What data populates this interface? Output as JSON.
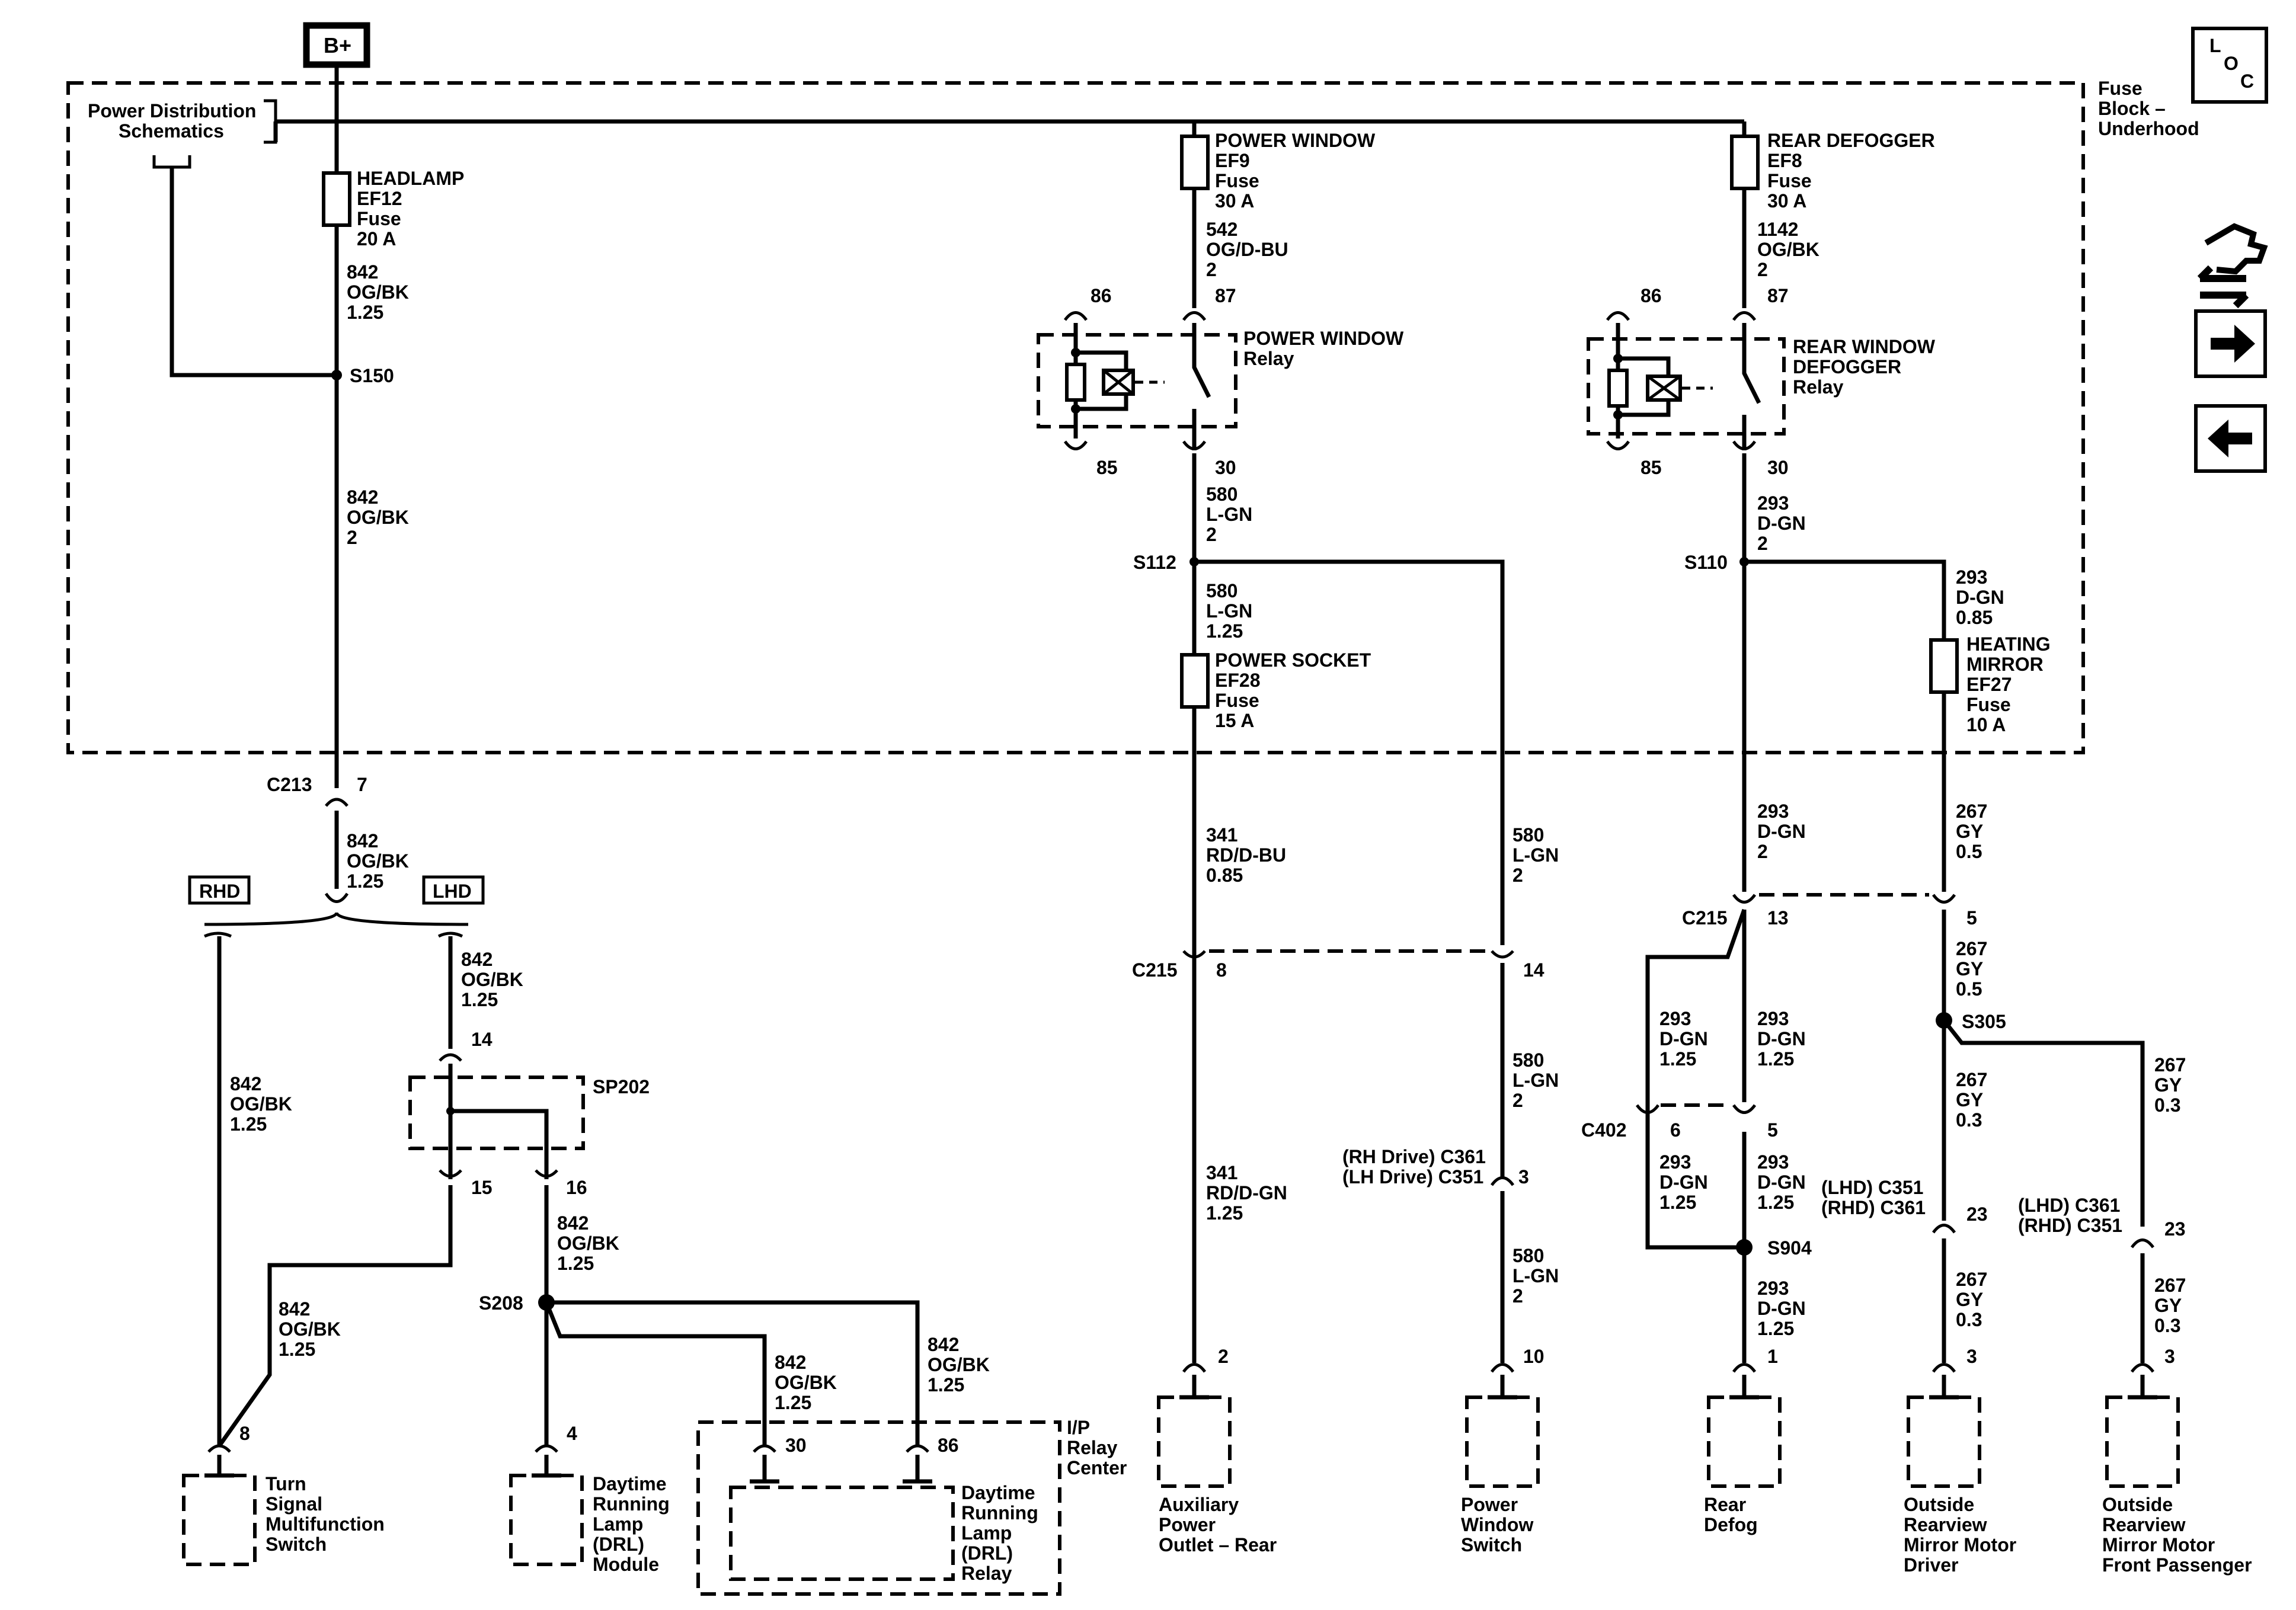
{
  "source": {
    "label": "B+"
  },
  "fuse_block": {
    "label": [
      "Fuse",
      "Block –",
      "Underhood"
    ]
  },
  "power_distribution": [
    "Power Distribution",
    "Schematics"
  ],
  "nav": {
    "loc_letters": [
      "L",
      "O",
      "C"
    ]
  },
  "fuses": {
    "ef12": [
      "HEADLAMP",
      "EF12",
      "Fuse",
      "20 A"
    ],
    "ef9": [
      "POWER WINDOW",
      "EF9",
      "Fuse",
      "30 A"
    ],
    "ef8": [
      "REAR DEFOGGER",
      "EF8",
      "Fuse",
      "30 A"
    ],
    "ef28": [
      "POWER SOCKET",
      "EF28",
      "Fuse",
      "15 A"
    ],
    "ef27": [
      "HEATING",
      "MIRROR",
      "EF27",
      "Fuse",
      "10 A"
    ]
  },
  "relays": {
    "power_window": {
      "label": [
        "POWER WINDOW",
        "Relay"
      ],
      "pin86": "86",
      "pin87": "87",
      "pin85": "85",
      "pin30": "30"
    },
    "rear_defogger": {
      "label": [
        "REAR WINDOW",
        "DEFOGGER",
        "Relay"
      ],
      "pin86": "86",
      "pin87": "87",
      "pin85": "85",
      "pin30": "30"
    },
    "drl": {
      "label": [
        "Daytime",
        "Running",
        "Lamp",
        "(DRL)",
        "Relay"
      ],
      "pin30": "30",
      "pin86": "86"
    }
  },
  "ip_relay_center": [
    "I/P",
    "Relay",
    "Center"
  ],
  "wires": {
    "w842_125_top": [
      "842",
      "OG/BK",
      "1.25"
    ],
    "w842_2": [
      "842",
      "OG/BK",
      "2"
    ],
    "w842_125_c213": [
      "842",
      "OG/BK",
      "1.25"
    ],
    "w842_125_lhd": [
      "842",
      "OG/BK",
      "1.25"
    ],
    "w842_125_rhd": [
      "842",
      "OG/BK",
      "1.25"
    ],
    "w842_125_turn": [
      "842",
      "OG/BK",
      "1.25"
    ],
    "w842_125_sp16": [
      "842",
      "OG/BK",
      "1.25"
    ],
    "w842_125_drl30": [
      "842",
      "OG/BK",
      "1.25"
    ],
    "w842_125_drl86": [
      "842",
      "OG/BK",
      "1.25"
    ],
    "w542": [
      "542",
      "OG/D-BU",
      "2"
    ],
    "w580_2": [
      "580",
      "L-GN",
      "2"
    ],
    "w580_125": [
      "580",
      "L-GN",
      "1.25"
    ],
    "w341_085": [
      "341",
      "RD/D-BU",
      "0.85"
    ],
    "w341_125": [
      "341",
      "RD/D-GN",
      "1.25"
    ],
    "w580_pw1": [
      "580",
      "L-GN",
      "2"
    ],
    "w580_pw2": [
      "580",
      "L-GN",
      "2"
    ],
    "w580_pw3": [
      "580",
      "L-GN",
      "2"
    ],
    "w1142": [
      "1142",
      "OG/BK",
      "2"
    ],
    "w293_2": [
      "293",
      "D-GN",
      "2"
    ],
    "w293_085": [
      "293",
      "D-GN",
      "0.85"
    ],
    "w293_2b": [
      "293",
      "D-GN",
      "2"
    ],
    "w293_c402": [
      "293",
      "D-GN",
      "1.25"
    ],
    "w293_c215": [
      "293",
      "D-GN",
      "1.25"
    ],
    "w293_c402b": [
      "293",
      "D-GN",
      "1.25"
    ],
    "w293_c215b": [
      "293",
      "D-GN",
      "1.25"
    ],
    "w293_defog": [
      "293",
      "D-GN",
      "1.25"
    ],
    "w267_05a": [
      "267",
      "GY",
      "0.5"
    ],
    "w267_05b": [
      "267",
      "GY",
      "0.5"
    ],
    "w267_03a": [
      "267",
      "GY",
      "0.3"
    ],
    "w267_03b": [
      "267",
      "GY",
      "0.3"
    ],
    "w267_03c": [
      "267",
      "GY",
      "0.3"
    ],
    "w267_03d": [
      "267",
      "GY",
      "0.3"
    ]
  },
  "splices": {
    "s150": "S150",
    "s112": "S112",
    "s110": "S110",
    "s305": "S305",
    "s904": "S904",
    "s208": "S208",
    "sp202": "SP202"
  },
  "connectors": {
    "c213": "C213",
    "c213_pin": "7",
    "c215_a": "C215",
    "c215_a_pin8": "8",
    "c215_a_pin14": "14",
    "c215_b": "C215",
    "c215_b_pin13": "13",
    "c215_b_pin5": "5",
    "c402": "C402",
    "c402_pin6": "6",
    "c402_pin5": "5",
    "sp202_pin14": "14",
    "sp202_pin15": "15",
    "sp202_pin16": "16",
    "pw_switch_conn": [
      "(RH Drive) C361",
      "(LH Drive) C351"
    ],
    "pw_switch_pin": "3",
    "mirror_driver_conn": [
      "(LHD) C351",
      "(RHD) C361"
    ],
    "mirror_driver_pin": "23",
    "mirror_pass_conn": [
      "(LHD) C361",
      "(RHD) C351"
    ],
    "mirror_pass_pin": "23"
  },
  "harness": {
    "rhd": "RHD",
    "lhd": "LHD"
  },
  "components": {
    "turn_signal": {
      "pin": "8",
      "label": [
        "Turn",
        "Signal",
        "Multifunction",
        "Switch"
      ]
    },
    "drl_module": {
      "pin": "4",
      "label": [
        "Daytime",
        "Running",
        "Lamp",
        "(DRL)",
        "Module"
      ]
    },
    "aux_power": {
      "pin": "2",
      "label": [
        "Auxiliary",
        "Power",
        "Outlet – Rear"
      ]
    },
    "pw_switch": {
      "pin": "10",
      "label": [
        "Power",
        "Window",
        "Switch"
      ]
    },
    "rear_defog": {
      "pin": "1",
      "label": [
        "Rear",
        "Defog"
      ]
    },
    "mirror_driver": {
      "pin": "3",
      "label": [
        "Outside",
        "Rearview",
        "Mirror Motor",
        "Driver"
      ]
    },
    "mirror_pass": {
      "pin": "3",
      "label": [
        "Outside",
        "Rearview",
        "Mirror Motor",
        "Front Passenger"
      ]
    }
  }
}
